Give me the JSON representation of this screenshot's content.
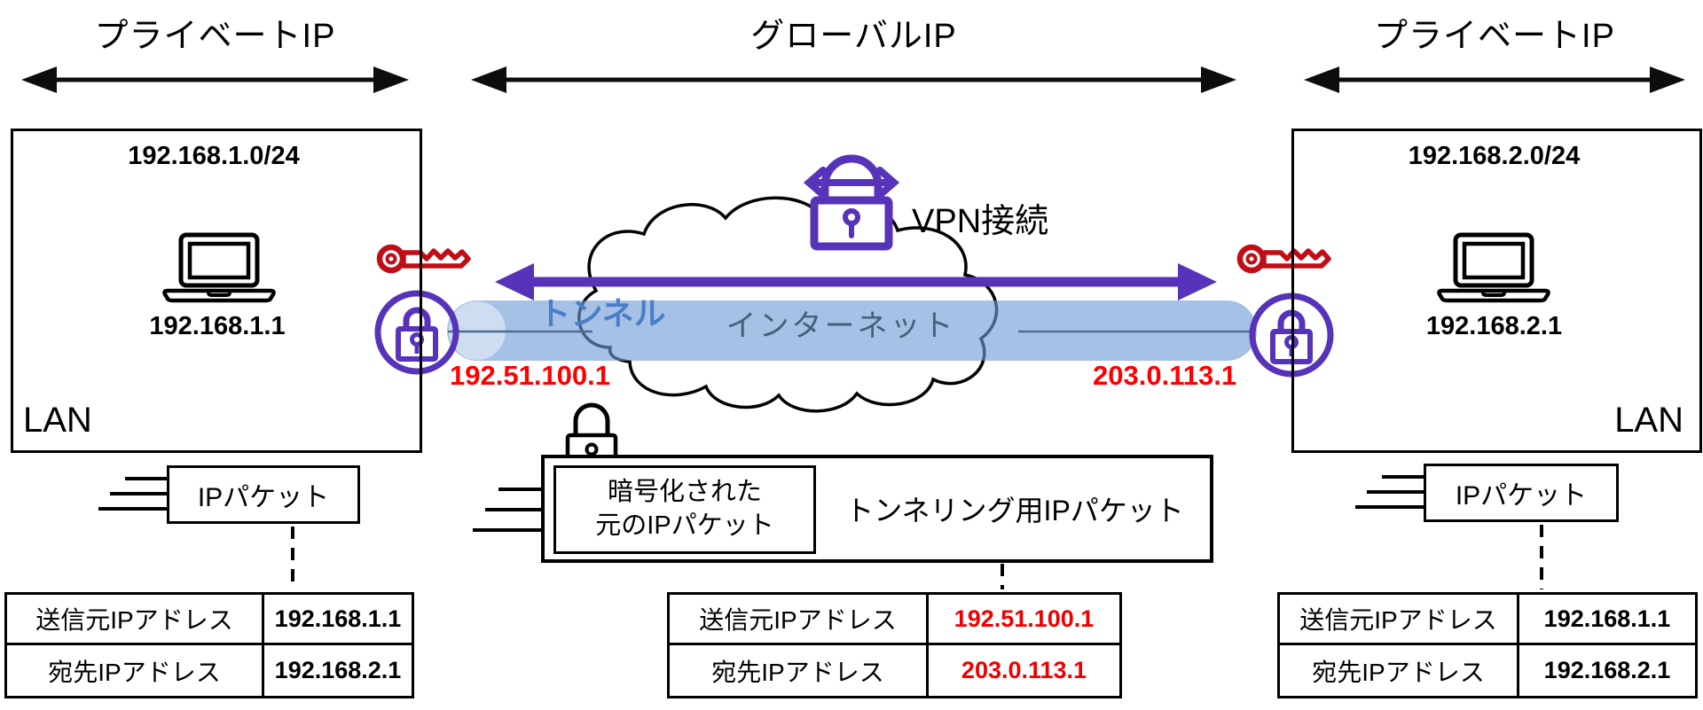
{
  "colors": {
    "accent_purple": "#5733b9",
    "key_red": "#c00d16",
    "ip_red": "#ff0000",
    "tunnel_fill": "#a9c3e6",
    "tunnel_text": "#4a7ec7",
    "internet_text": "#45607c"
  },
  "top_labels": {
    "left": "プライベートIP",
    "middle": "グローバルIP",
    "right": "プライベートIP"
  },
  "lan_left": {
    "subnet": "192.168.1.0/24",
    "host_ip": "192.168.1.1",
    "label": "LAN"
  },
  "lan_right": {
    "subnet": "192.168.2.0/24",
    "host_ip": "192.168.2.1",
    "label": "LAN"
  },
  "tunnel": {
    "label": "トンネル",
    "internet_label": "インターネット",
    "vpn_label": "VPN接続",
    "left_gateway_ip": "192.51.100.1",
    "right_gateway_ip": "203.0.113.1"
  },
  "packets": {
    "left": {
      "label": "IPパケット"
    },
    "middle": {
      "inner_line1": "暗号化された",
      "inner_line2": "元のIPパケット",
      "outer_label": "トンネリング用IPパケット"
    },
    "right": {
      "label": "IPパケット"
    }
  },
  "tables": {
    "left": {
      "rows": [
        {
          "label": "送信元IPアドレス",
          "value": "192.168.1.1"
        },
        {
          "label": "宛先IPアドレス",
          "value": "192.168.2.1"
        }
      ]
    },
    "middle": {
      "rows": [
        {
          "label": "送信元IPアドレス",
          "value": "192.51.100.1"
        },
        {
          "label": "宛先IPアドレス",
          "value": "203.0.113.1"
        }
      ]
    },
    "right": {
      "rows": [
        {
          "label": "送信元IPアドレス",
          "value": "192.168.1.1"
        },
        {
          "label": "宛先IPアドレス",
          "value": "192.168.2.1"
        }
      ]
    }
  }
}
